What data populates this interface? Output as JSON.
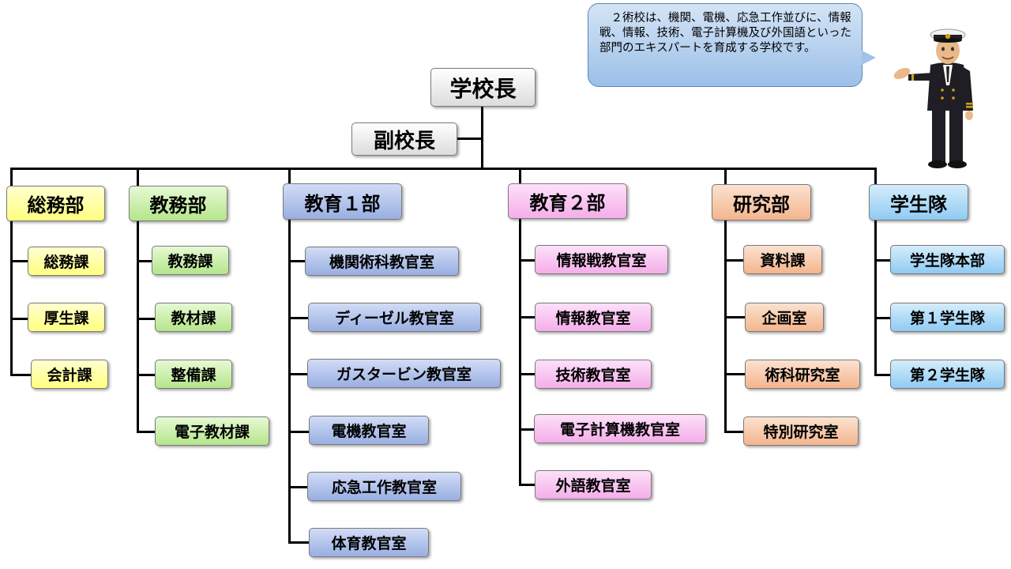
{
  "speech_bubble": {
    "text": "　２術校は、機関、電機、応急工作並びに、情報戦、情報、技術、電子計算機及び外国語といった部門のエキスパートを育成する学校です。"
  },
  "colors": {
    "top": "#e6e6e6",
    "somu": "#ffff99",
    "kyomu": "#c6efa0",
    "kyoiku1": "#a9bde8",
    "kyoiku2": "#f7c2f0",
    "kenkyu": "#f6c7a5",
    "gakusei": "#a8d6f5"
  },
  "org": {
    "principal": "学校長",
    "vice_principal": "副校長",
    "departments": [
      {
        "name": "総務部",
        "units": [
          "総務課",
          "厚生課",
          "会計課"
        ]
      },
      {
        "name": "教務部",
        "units": [
          "教務課",
          "教材課",
          "整備課",
          "電子教材課"
        ]
      },
      {
        "name": "教育１部",
        "units": [
          "機関術科教官室",
          "ディーゼル教官室",
          "ガスタービン教官室",
          "電機教官室",
          "応急工作教官室",
          "体育教官室"
        ]
      },
      {
        "name": "教育２部",
        "units": [
          "情報戦教官室",
          "情報教官室",
          "技術教官室",
          "電子計算機教官室",
          "外語教官室"
        ]
      },
      {
        "name": "研究部",
        "units": [
          "資料課",
          "企画室",
          "術科研究室",
          "特別研究室"
        ]
      },
      {
        "name": "学生隊",
        "units": [
          "学生隊本部",
          "第１学生隊",
          "第２学生隊"
        ]
      }
    ]
  }
}
